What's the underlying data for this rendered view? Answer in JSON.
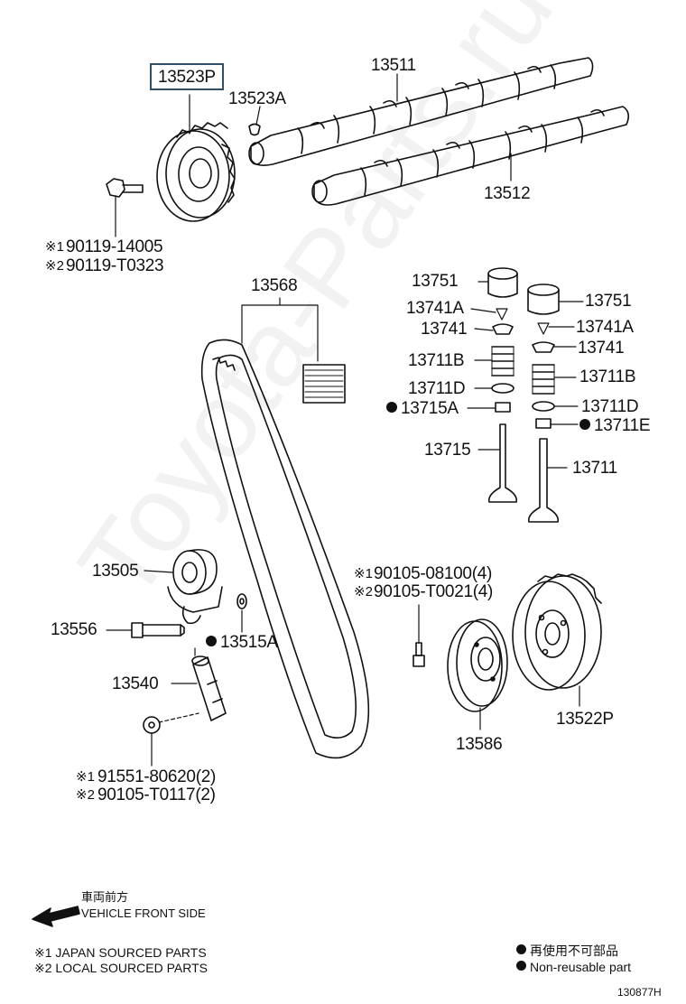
{
  "watermark": "Toyota-Parts.ru",
  "parts": {
    "p13523P": "13523P",
    "p13523A": "13523A",
    "p13511": "13511",
    "p13512": "13512",
    "bolt1": "90119-14005",
    "bolt2": "90119-T0323",
    "p13568": "13568",
    "p13751_l": "13751",
    "p13751_r": "13751",
    "p13741A_l": "13741A",
    "p13741A_r": "13741A",
    "p13741_l": "13741",
    "p13741_r": "13741",
    "p13711B_l": "13711B",
    "p13711B_r": "13711B",
    "p13711D_l": "13711D",
    "p13711D_r": "13711D",
    "p13715A": "13715A",
    "p13711E": "13711E",
    "p13715": "13715",
    "p13711": "13711",
    "p13505": "13505",
    "p13556": "13556",
    "p13515A": "13515A",
    "p13540": "13540",
    "bolt3_1": "90105-08100(4)",
    "bolt3_2": "90105-T0021(4)",
    "p13586": "13586",
    "p13522P": "13522P",
    "bolt4_1": "91551-80620(2)",
    "bolt4_2": "90105-T0117(2)"
  },
  "source_marks": {
    "m1": "※1",
    "m2": "※2"
  },
  "front": {
    "jp": "車両前方",
    "en": "VEHICLE FRONT SIDE"
  },
  "notes": {
    "japan": "※1 JAPAN SOURCED PARTS",
    "local": "※2 LOCAL SOURCED PARTS"
  },
  "legend": {
    "jp": "再使用不可部品",
    "en": "Non-reusable part"
  },
  "figure_id": "130877H"
}
